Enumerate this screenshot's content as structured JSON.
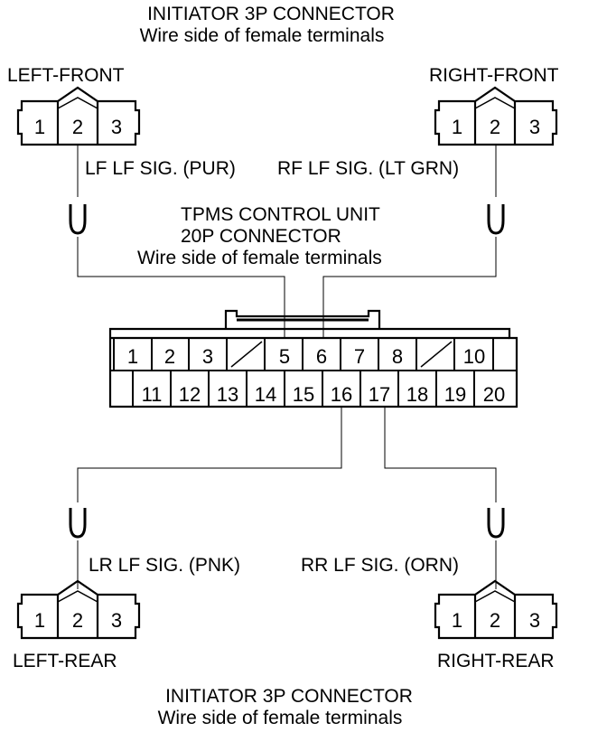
{
  "connectors": {
    "initiator_top": {
      "title": "INITIATOR 3P CONNECTOR",
      "subtitle": "Wire side of female terminals"
    },
    "initiator_bottom": {
      "title": "INITIATOR 3P CONNECTOR",
      "subtitle": "Wire side of female terminals"
    },
    "control_unit": {
      "title": "TPMS CONTROL UNIT",
      "subtitle": "20P CONNECTOR",
      "note": "Wire side of female terminals"
    }
  },
  "initiators": {
    "left_front": {
      "label": "LEFT-FRONT",
      "pins": [
        "1",
        "2",
        "3"
      ]
    },
    "right_front": {
      "label": "RIGHT-FRONT",
      "pins": [
        "1",
        "2",
        "3"
      ]
    },
    "left_rear": {
      "label": "LEFT-REAR",
      "pins": [
        "1",
        "2",
        "3"
      ]
    },
    "right_rear": {
      "label": "RIGHT-REAR",
      "pins": [
        "1",
        "2",
        "3"
      ]
    }
  },
  "signals": {
    "lf": "LF LF SIG. (PUR)",
    "rf": "RF LF SIG. (LT GRN)",
    "lr": "LR LF SIG. (PNK)",
    "rr": "RR LF SIG. (ORN)"
  },
  "control_unit_pins": {
    "row1": [
      "1",
      "2",
      "3",
      "",
      "5",
      "6",
      "7",
      "8",
      "",
      "10"
    ],
    "row2": [
      "",
      "11",
      "12",
      "13",
      "14",
      "15",
      "16",
      "17",
      "18",
      "19",
      "20"
    ]
  },
  "colors": {
    "line": "#000000",
    "background": "#ffffff"
  }
}
